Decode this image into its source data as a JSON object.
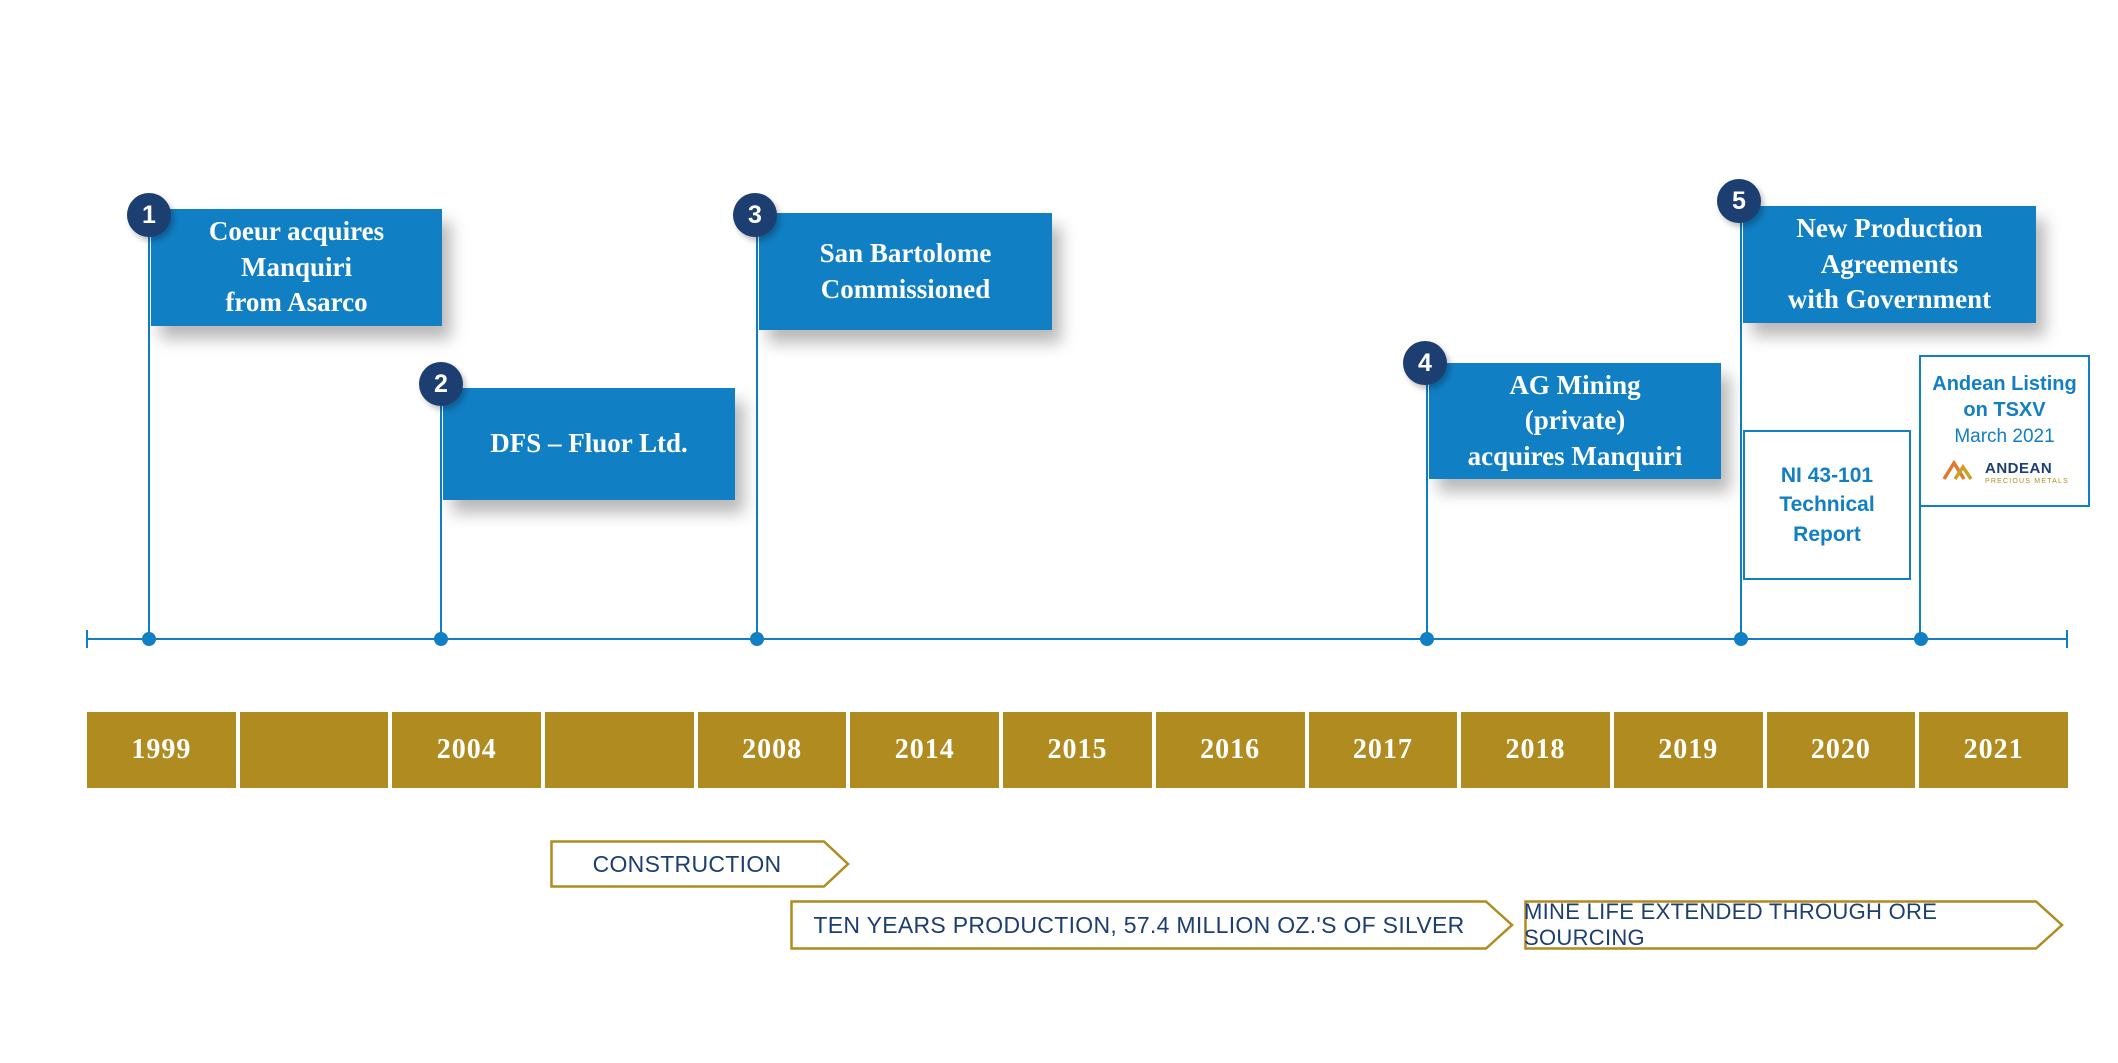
{
  "colors": {
    "flag_blue": "#117FC4",
    "navy": "#1C3E70",
    "gold": "#B08C20",
    "white": "#FFFFFF",
    "logo_orange": "#E0772C",
    "logo_gold": "#C9A227"
  },
  "events": [
    {
      "number": "1",
      "title": "Coeur acquires\nManquiri\nfrom Asarco"
    },
    {
      "number": "2",
      "title": "DFS – Fluor Ltd."
    },
    {
      "number": "3",
      "title": "San Bartolome\nCommissioned"
    },
    {
      "number": "4",
      "title": "AG Mining\n(private)\nacquires Manquiri"
    },
    {
      "number": "5",
      "title": "New Production\nAgreements\nwith Government"
    }
  ],
  "side_boxes": {
    "ni_report": {
      "text": "NI 43-101\nTechnical\nReport"
    },
    "andean_listing": {
      "title": "Andean Listing\non TSXV",
      "date": "March 2021",
      "logo_name": "ANDEAN",
      "logo_sub": "PRECIOUS METALS"
    }
  },
  "years": [
    "1999",
    "",
    "2004",
    "",
    "2008",
    "2014",
    "2015",
    "2016",
    "2017",
    "2018",
    "2019",
    "2020",
    "2021"
  ],
  "banners": [
    {
      "label": "CONSTRUCTION"
    },
    {
      "label": "TEN YEARS PRODUCTION, 57.4 MILLION OZ.'S OF SILVER"
    },
    {
      "label": "MINE LIFE EXTENDED THROUGH ORE SOURCING"
    }
  ]
}
